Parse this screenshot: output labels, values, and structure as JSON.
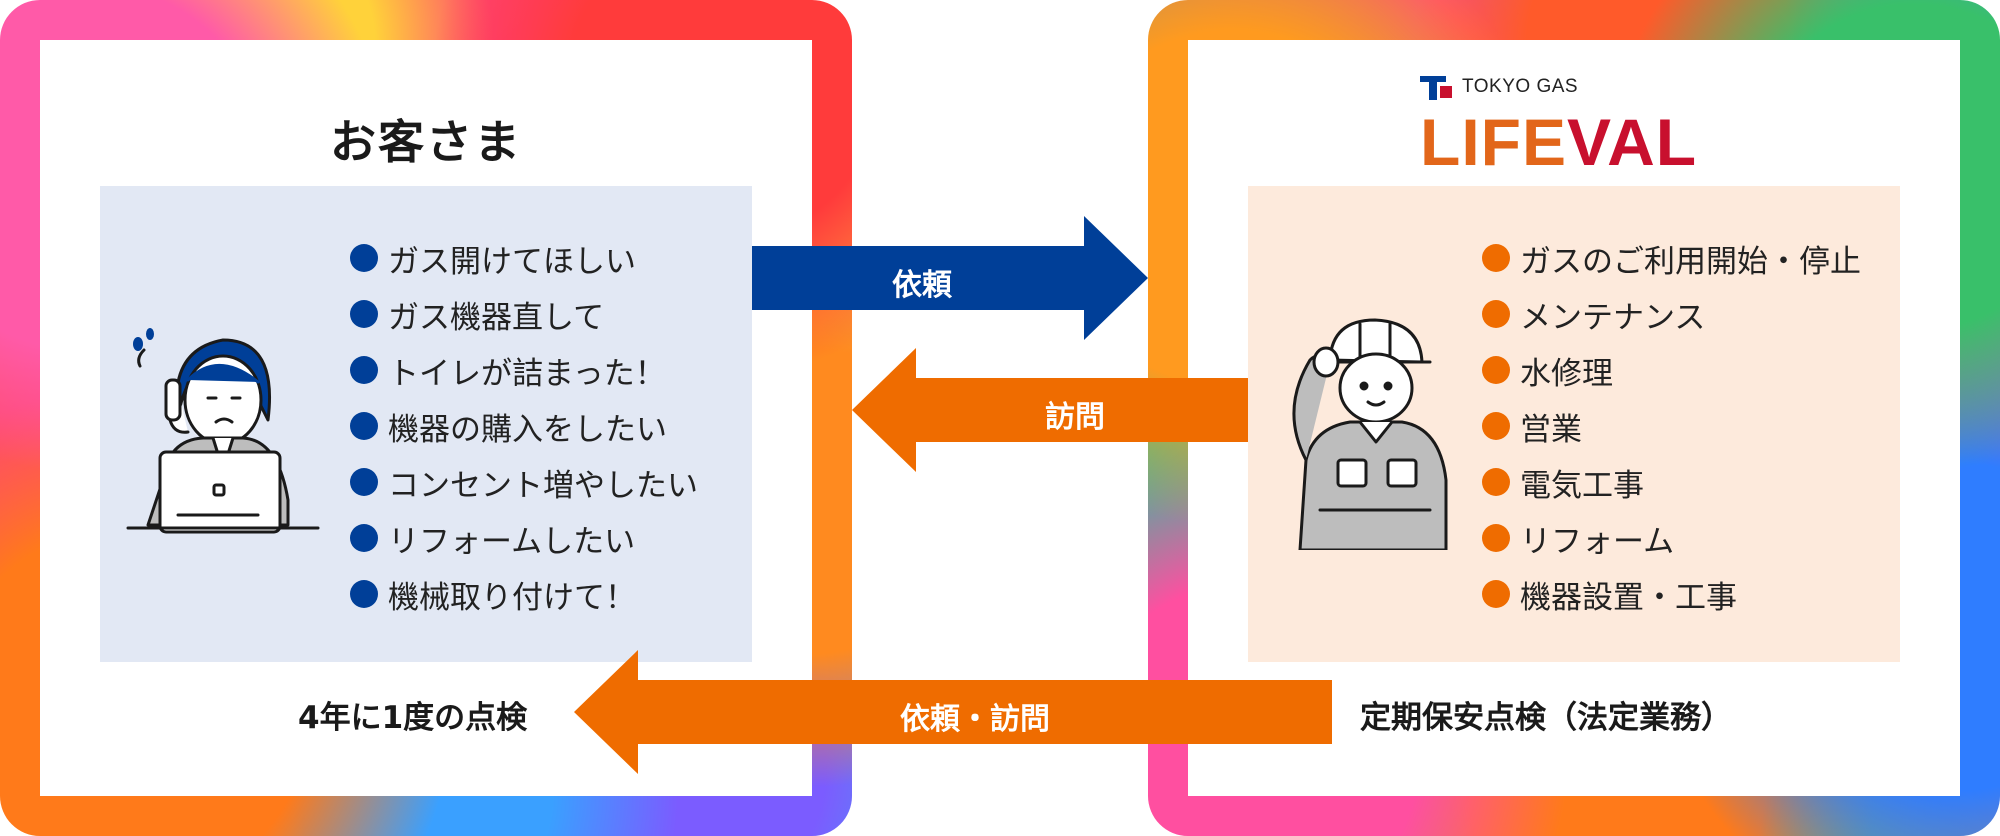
{
  "customer": {
    "title": "お客さま",
    "requests": [
      "ガス開けてほしい",
      "ガス機器直して",
      "トイレが詰まった！",
      "機器の購入をしたい",
      "コンセント増やしたい",
      "リフォームしたい",
      "機械取り付けて！"
    ],
    "inspection": "4年に1度の点検"
  },
  "company": {
    "logo_tokyo": "TOKYO GAS",
    "logo_life": "LIFE",
    "logo_v": "V",
    "logo_al": "AL",
    "services": [
      "ガスのご利用開始・停止",
      "メンテナンス",
      "水修理",
      "営業",
      "電気工事",
      "リフォーム",
      "機器設置・工事"
    ],
    "inspection": "定期保安点検（法定業務）"
  },
  "arrows": {
    "request": "依頼",
    "visit": "訪問",
    "request_visit": "依頼・訪問"
  },
  "colors": {
    "blue": "#003f98",
    "orange": "#ef6c00",
    "box_left": "#e2e8f4",
    "box_right": "#fdeadc"
  }
}
